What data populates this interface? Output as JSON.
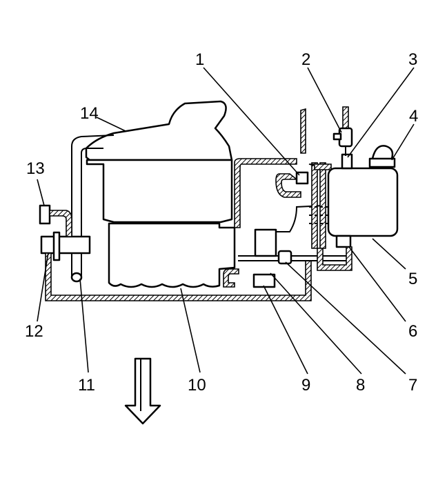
{
  "diagram": {
    "callouts": [
      {
        "id": "1",
        "text": "1"
      },
      {
        "id": "2",
        "text": "2"
      },
      {
        "id": "3",
        "text": "3"
      },
      {
        "id": "4",
        "text": "4"
      },
      {
        "id": "5",
        "text": "5"
      },
      {
        "id": "6",
        "text": "6"
      },
      {
        "id": "7",
        "text": "7"
      },
      {
        "id": "8",
        "text": "8"
      },
      {
        "id": "9",
        "text": "9"
      },
      {
        "id": "10",
        "text": "10"
      },
      {
        "id": "11",
        "text": "11"
      },
      {
        "id": "12",
        "text": "12"
      },
      {
        "id": "13",
        "text": "13"
      },
      {
        "id": "14",
        "text": "14"
      }
    ],
    "colors": {
      "line": "#000000",
      "background": "#ffffff"
    }
  }
}
